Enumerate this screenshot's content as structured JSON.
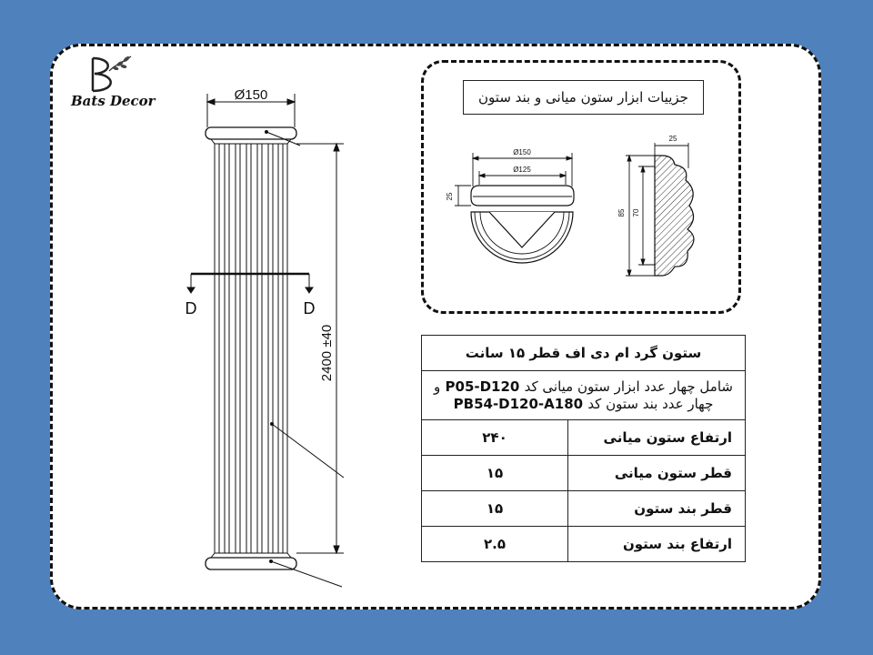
{
  "brand": {
    "name": "Bats Decor"
  },
  "elevation": {
    "diameter_label": "Ø150",
    "height_label": "2400 ±40",
    "section_label_left": "D",
    "section_label_right": "D"
  },
  "detail": {
    "title": "جزییات ابزار ستون میانی و بند ستون",
    "outer_diameter_label": "Ø150",
    "inner_diameter_label": "Ø125",
    "ring_height_label": "25",
    "profile_width_label": "25",
    "profile_outer_height_label": "85",
    "profile_inner_height_label": "70"
  },
  "spec": {
    "title": "ستون گرد ام دی اف قطر ۱۵ سانت",
    "desc_line1_text": "شامل چهار عدد ابزار ستون میانی کد",
    "desc_line1_code": "P05-D120",
    "desc_line1_tail": "و",
    "desc_line2_text": "چهار عدد بند ستون کد",
    "desc_line2_code": "PB54-D120-A180",
    "rows": [
      {
        "label": "ارتفاع ستون میانی",
        "value": "۲۴۰"
      },
      {
        "label": "قطر ستون میانی",
        "value": "۱۵"
      },
      {
        "label": "قطر بند ستون",
        "value": "۱۵"
      },
      {
        "label": "ارتفاع بند ستون",
        "value": "۲.۵"
      }
    ]
  },
  "colors": {
    "background": "#4f81bd",
    "card": "#ffffff",
    "ink": "#111111"
  }
}
